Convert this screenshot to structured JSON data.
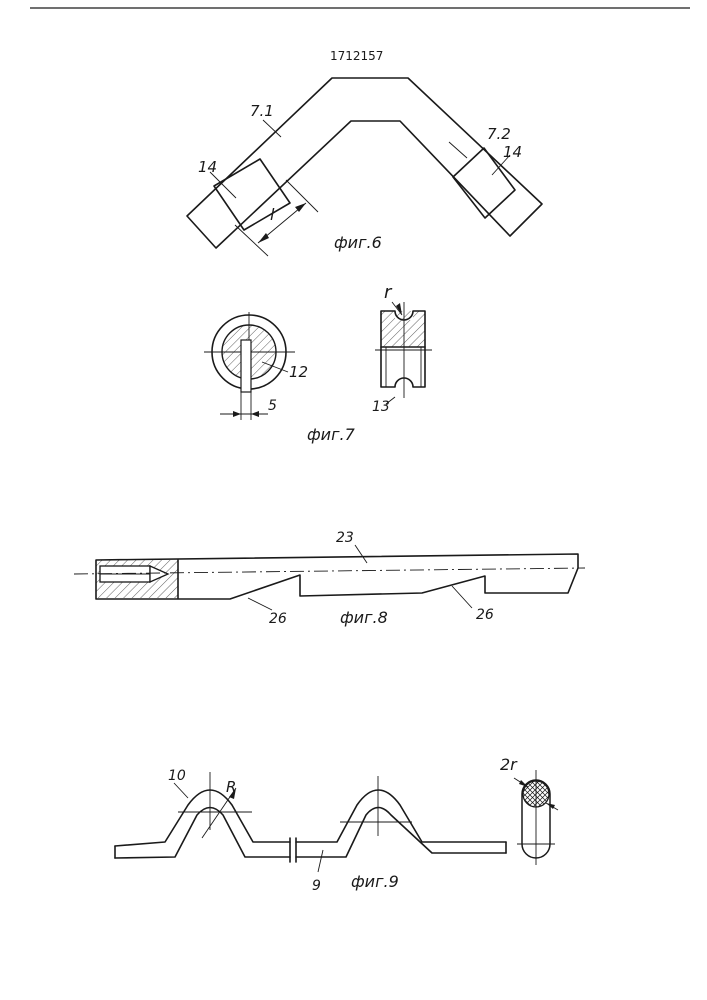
{
  "patent_number": "1712157",
  "figures": {
    "fig6": {
      "caption": "фиг.6",
      "labels": {
        "arm_left": "7.1",
        "arm_right": "7.2",
        "slot_left": "14",
        "slot_right": "14",
        "dimension": "l"
      }
    },
    "fig7": {
      "caption": "фиг.7",
      "labels": {
        "part": "12",
        "width": "5",
        "radius": "r",
        "roller": "13"
      }
    },
    "fig8": {
      "caption": "фиг.8",
      "labels": {
        "rod": "23",
        "notch_left": "26",
        "notch_right": "26"
      }
    },
    "fig9": {
      "caption": "фиг.9",
      "labels": {
        "bend": "10",
        "radius": "R",
        "wire": "9",
        "wire_radius": "2r"
      }
    }
  },
  "colors": {
    "ink": "#1a1a1a",
    "paper": "#ffffff"
  }
}
